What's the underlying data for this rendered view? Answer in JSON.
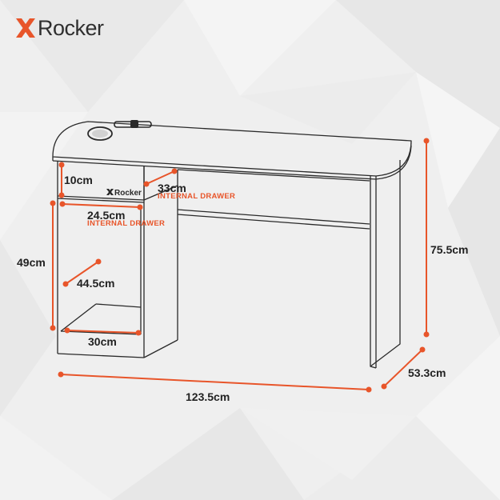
{
  "brand": {
    "name": "Rocker",
    "accent_color": "#e8552a",
    "text_color": "#2f2f2f"
  },
  "desk_emblem": "Rocker",
  "dimensions": {
    "drawer_height": "10cm",
    "drawer_depth": "33cm",
    "drawer_depth_note": "INTERNAL DRAWER",
    "drawer_width": "24.5cm",
    "drawer_width_note": "INTERNAL DRAWER",
    "shelf_height": "49cm",
    "shelf_depth": "44.5cm",
    "shelf_width": "30cm",
    "desk_height": "75.5cm",
    "desk_depth": "53.3cm",
    "desk_width": "123.5cm"
  },
  "icons": [
    "x-logo-icon",
    "cup-holder-icon",
    "headphone-hook-icon"
  ],
  "colors": {
    "background": "#efefef",
    "line": "#2a2a2a",
    "dimension_line": "#e8552a"
  }
}
